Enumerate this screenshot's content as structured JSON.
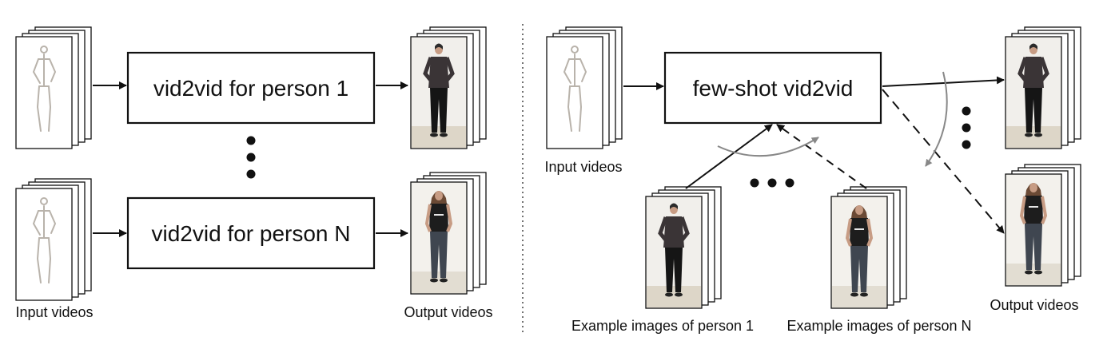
{
  "left_panel": {
    "box_top_label": "vid2vid for person 1",
    "box_bottom_label": "vid2vid for person N",
    "input_caption": "Input videos",
    "output_caption": "Output videos"
  },
  "right_panel": {
    "box_label": "few-shot vid2vid",
    "input_caption": "Input videos",
    "output_caption": "Output videos",
    "example_caption_1": "Example images of person 1",
    "example_caption_n": "Example images of person N"
  },
  "colors": {
    "line": "#111111",
    "gray_arrow": "#888888",
    "pose_skeleton": "#b9b3ab",
    "shirt_dark": "#3a3436",
    "tshirt_black": "#1d1d1d",
    "jeans": "#3f4650",
    "skin": "#c79c84",
    "floor": "#ddd6c8"
  }
}
